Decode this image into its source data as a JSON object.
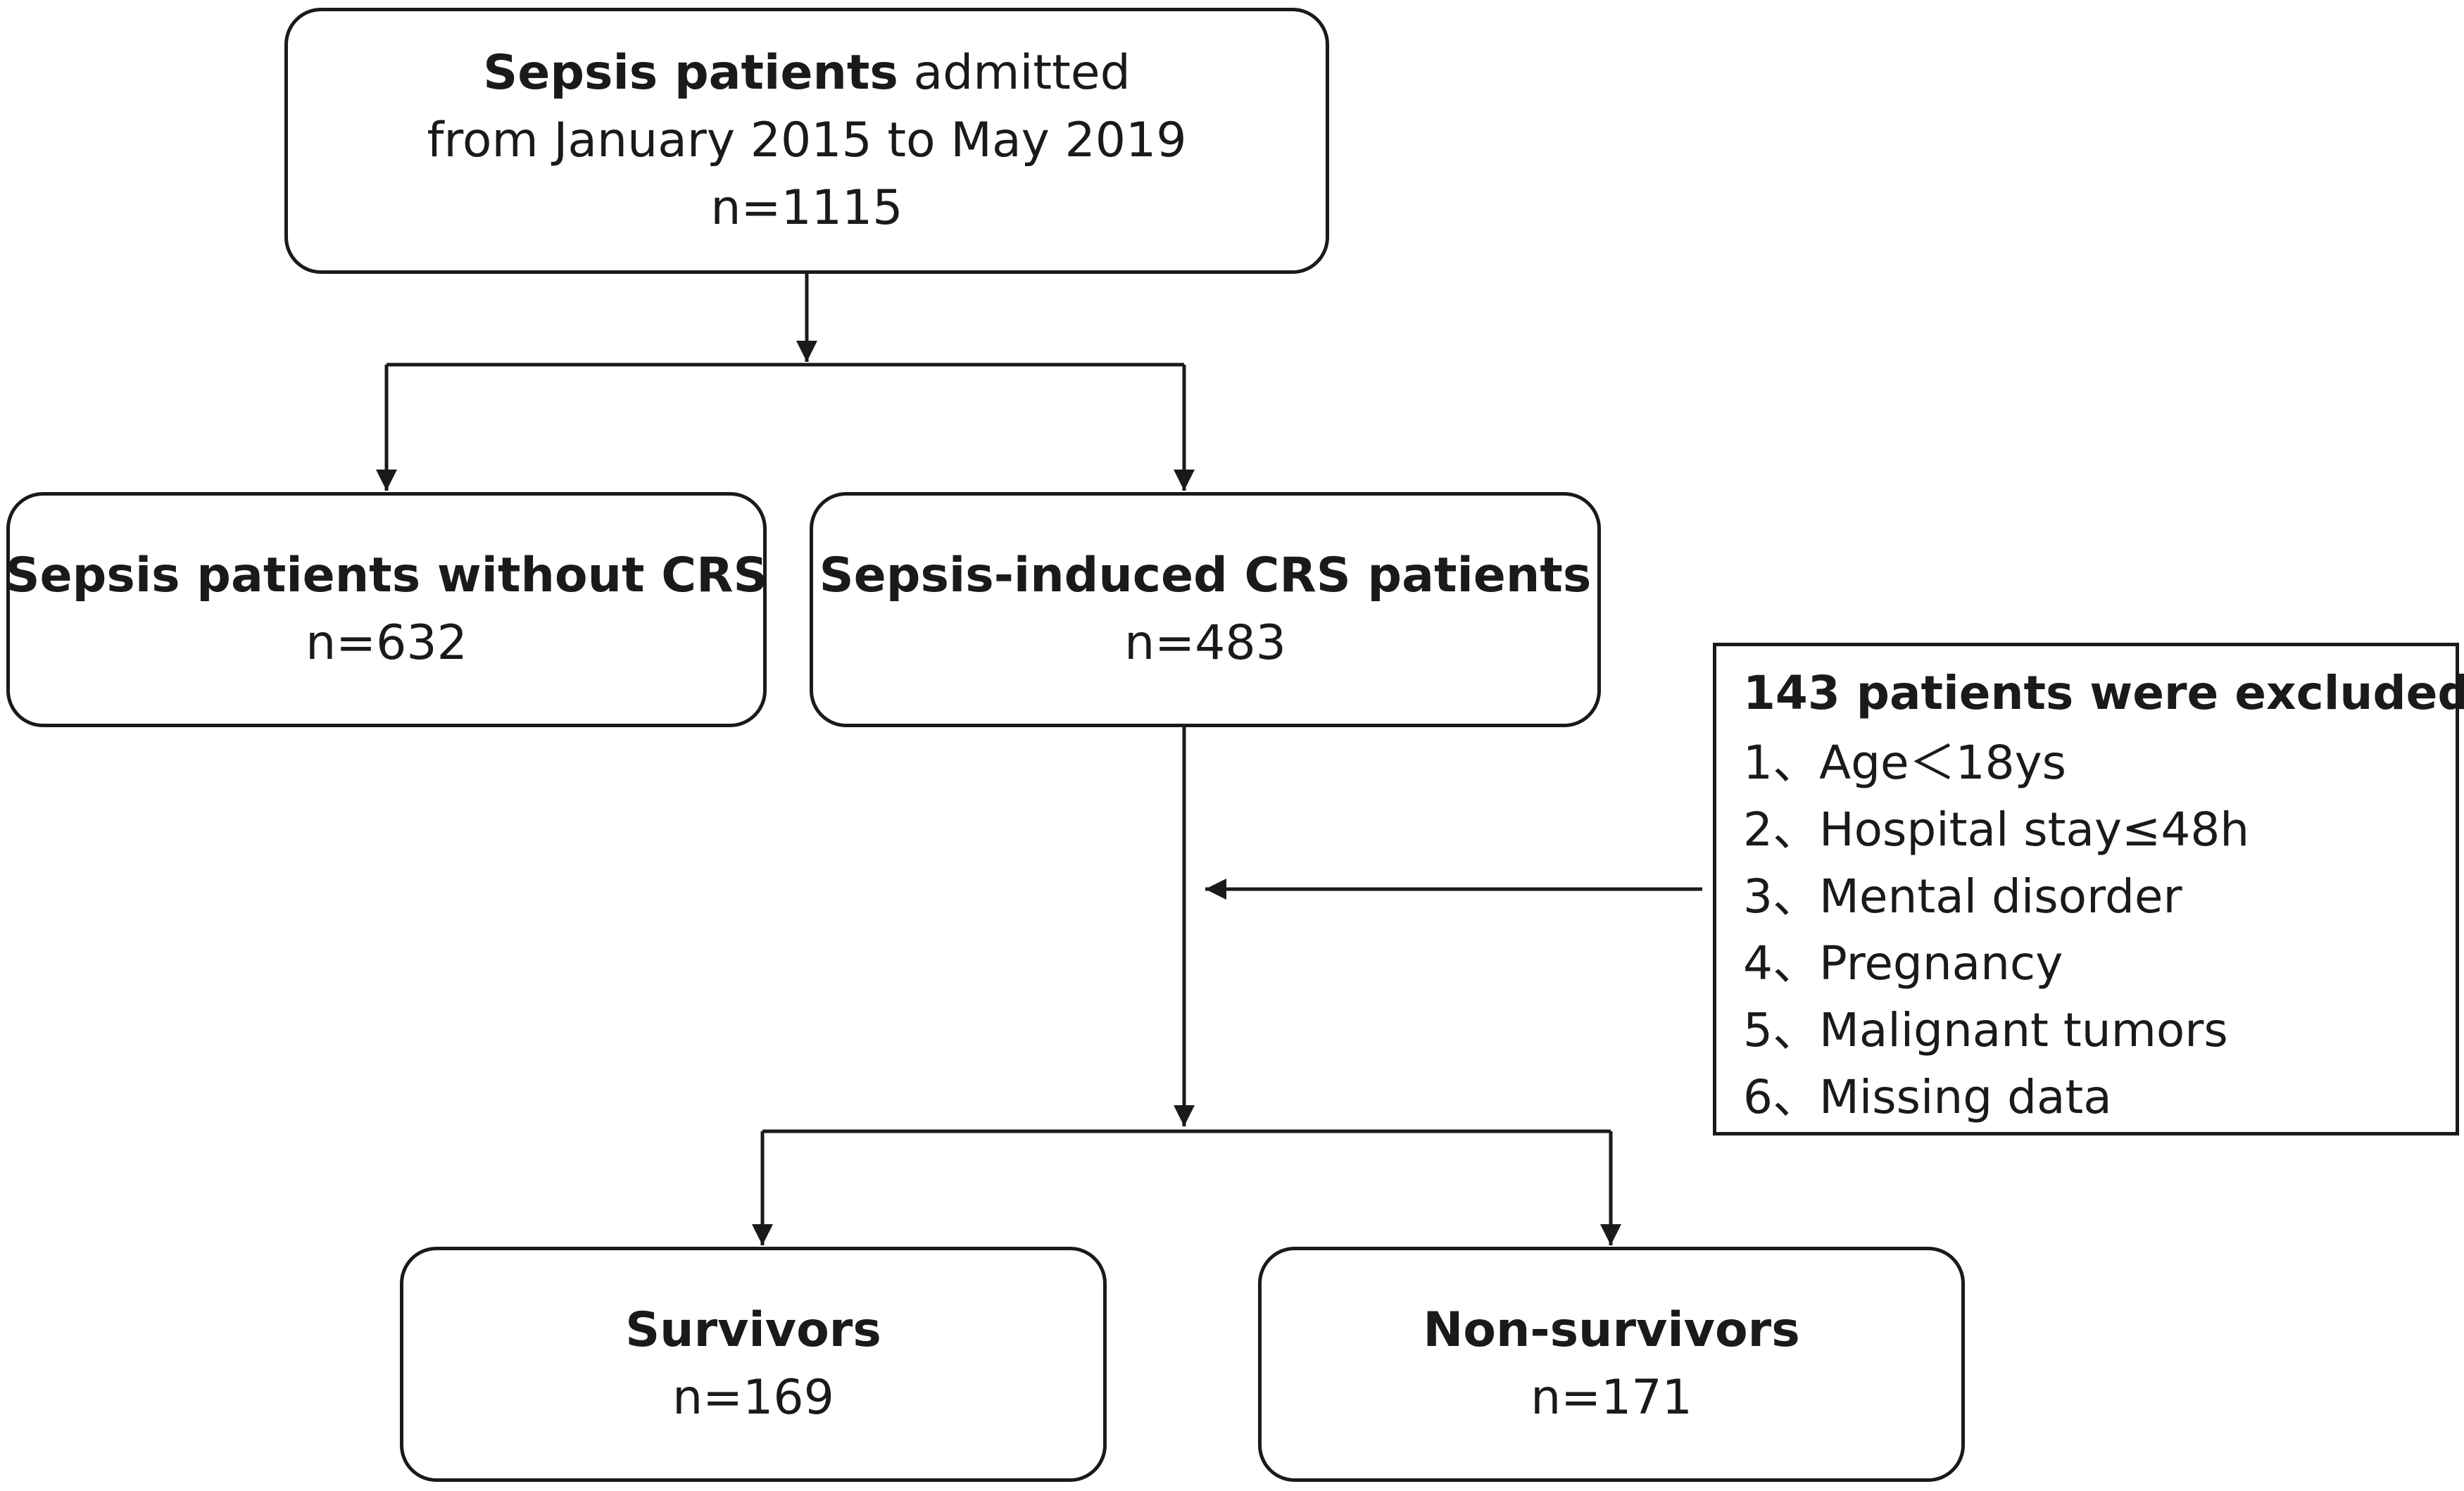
{
  "top_box": {
    "title_bold": "Sepsis patients",
    "title_rest": " admitted",
    "period": "from January 2015 to May 2019",
    "count": "n=1115"
  },
  "without_crs_box": {
    "label": "Sepsis patients without CRS",
    "count": "n=632"
  },
  "crs_box": {
    "label": "Sepsis-induced CRS patients",
    "count": "n=483"
  },
  "exclusion": {
    "title": "143 patients were excluded：",
    "items": [
      "1、Age＜18ys",
      "2、Hospital stay≤48h",
      "3、Mental disorder",
      "4、Pregnancy",
      "5、Malignant tumors",
      "6、Missing data"
    ]
  },
  "survivors_box": {
    "label": "Survivors",
    "count": "n=169"
  },
  "non_survivors_box": {
    "label": "Non-survivors",
    "count": "n=171"
  }
}
